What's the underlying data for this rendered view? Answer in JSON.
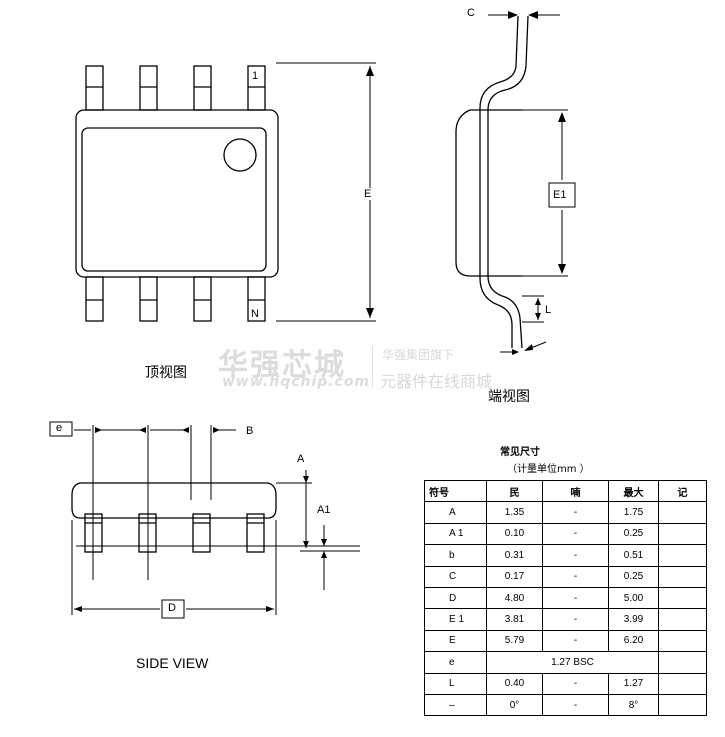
{
  "top_view": {
    "pin1_label": "1",
    "pinN_label": "N",
    "dim_E_label": "E",
    "caption": "顶视图"
  },
  "end_view": {
    "dim_C_label": "C",
    "dim_E1_label": "E1",
    "dim_L_label": "L",
    "caption": "端视图"
  },
  "side_view": {
    "dim_e_label": "e",
    "dim_B_label": "B",
    "dim_A_label": "A",
    "dim_A1_label": "A1",
    "dim_D_label": "D",
    "caption": "SIDE VIEW"
  },
  "watermark": {
    "brand_cn": "华强芯城",
    "brand_url": "www.hqchip.com",
    "slogan_1": "华强集团旗下",
    "slogan_2": "元器件在线商城"
  },
  "table": {
    "title": "常见尺寸",
    "subtitle": "（计量单位mm ）",
    "headers": [
      "符号",
      "民",
      "喃",
      "最大",
      "记"
    ],
    "rows": [
      {
        "sym": "A",
        "min": "1.35",
        "nom": "-",
        "max": "1.75",
        "note": ""
      },
      {
        "sym": "A 1",
        "min": "0.10",
        "nom": "-",
        "max": "0.25",
        "note": ""
      },
      {
        "sym": "b",
        "min": "0.31",
        "nom": "-",
        "max": "0.51",
        "note": ""
      },
      {
        "sym": "C",
        "min": "0.17",
        "nom": "-",
        "max": "0.25",
        "note": ""
      },
      {
        "sym": "D",
        "min": "4.80",
        "nom": "-",
        "max": "5.00",
        "note": ""
      },
      {
        "sym": "E 1",
        "min": "3.81",
        "nom": "-",
        "max": "3.99",
        "note": ""
      },
      {
        "sym": "E",
        "min": "5.79",
        "nom": "-",
        "max": "6.20",
        "note": ""
      },
      {
        "sym": "e",
        "span": "1.27 BSC",
        "note": ""
      },
      {
        "sym": "L",
        "min": "0.40",
        "nom": "-",
        "max": "1.27",
        "note": ""
      },
      {
        "sym": "–",
        "min": "0°",
        "nom": "-",
        "max": "8°",
        "note": ""
      }
    ]
  }
}
